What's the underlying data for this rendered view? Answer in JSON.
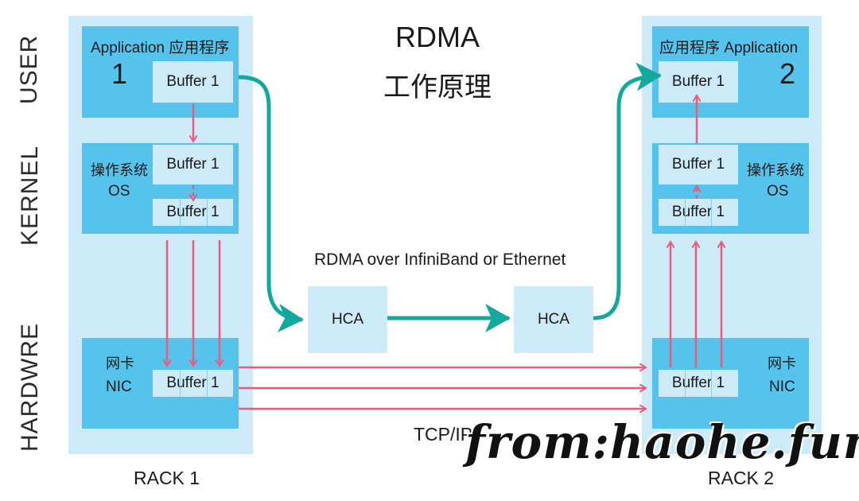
{
  "title": {
    "line1": "RDMA",
    "line2": "工作原理"
  },
  "side_labels": {
    "user": "USER",
    "kernel": "KERNEL",
    "hardware": "HARDWRE"
  },
  "rack1": {
    "label": "RACK 1",
    "app_label": "Application 应用程序",
    "app_number": "1",
    "app_buffer": "Buffer 1",
    "os_label_cn": "操作系统",
    "os_label_en": "OS",
    "os_buffer_top": "Buffer 1",
    "os_buffer_bottom": "Buffer 1",
    "nic_label_cn": "网卡",
    "nic_label_en": "NIC",
    "nic_buffer": "Buffer 1"
  },
  "rack2": {
    "label": "RACK 2",
    "app_label": "应用程序 Application",
    "app_number": "2",
    "app_buffer": "Buffer 1",
    "os_label_cn": "操作系统",
    "os_label_en": "OS",
    "os_buffer_top": "Buffer 1",
    "os_buffer_bottom": "Buffer 1",
    "nic_label_cn": "网卡",
    "nic_label_en": "NIC",
    "nic_buffer": "Buffer 1"
  },
  "hca_left": "HCA",
  "hca_right": "HCA",
  "rdma_path_label": "RDMA over InfiniBand or Ethernet",
  "tcp_label": "TCP/IP",
  "watermark": "from:haohe.fun",
  "colors": {
    "rack": "#cdeaf8",
    "box": "#56c3ec",
    "rdma_arrow": "#13a89e",
    "tcp_arrow": "#ec5b7d"
  }
}
